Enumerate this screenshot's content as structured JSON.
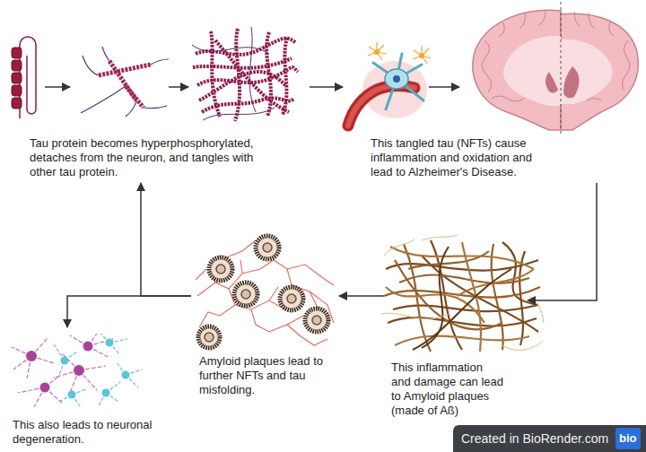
{
  "diagram": {
    "nodes": [
      {
        "text": [
          "Tau protein becomes hyperphosphorylated, detaches from the neuron, and tangles with other tau protein."
        ]
      },
      {
        "text": [
          "This tangled tau (NFTs) cause inflammation and oxidation and lead to Alzheimer's Disease."
        ]
      },
      {
        "text": [
          "This inflammation and damage can lead to Amyloid plaques (made of Aß)"
        ]
      },
      {
        "text": [
          "Amyloid plaques lead to further NFTs and tau misfolding."
        ]
      },
      {
        "text": [
          "This also leads to neuronal degeneration."
        ]
      }
    ],
    "edges": [
      {
        "from": 0,
        "to": 1,
        "arrow": "to"
      },
      {
        "from": 1,
        "to": 2,
        "arrow": "to"
      },
      {
        "from": 2,
        "to": 3,
        "arrow": "to"
      },
      {
        "from": 3,
        "to": 0,
        "arrow": "to"
      },
      {
        "from": 3,
        "to": 4,
        "arrow": "to"
      }
    ],
    "labels": [
      "Created in BioRender.com",
      "bio"
    ]
  }
}
